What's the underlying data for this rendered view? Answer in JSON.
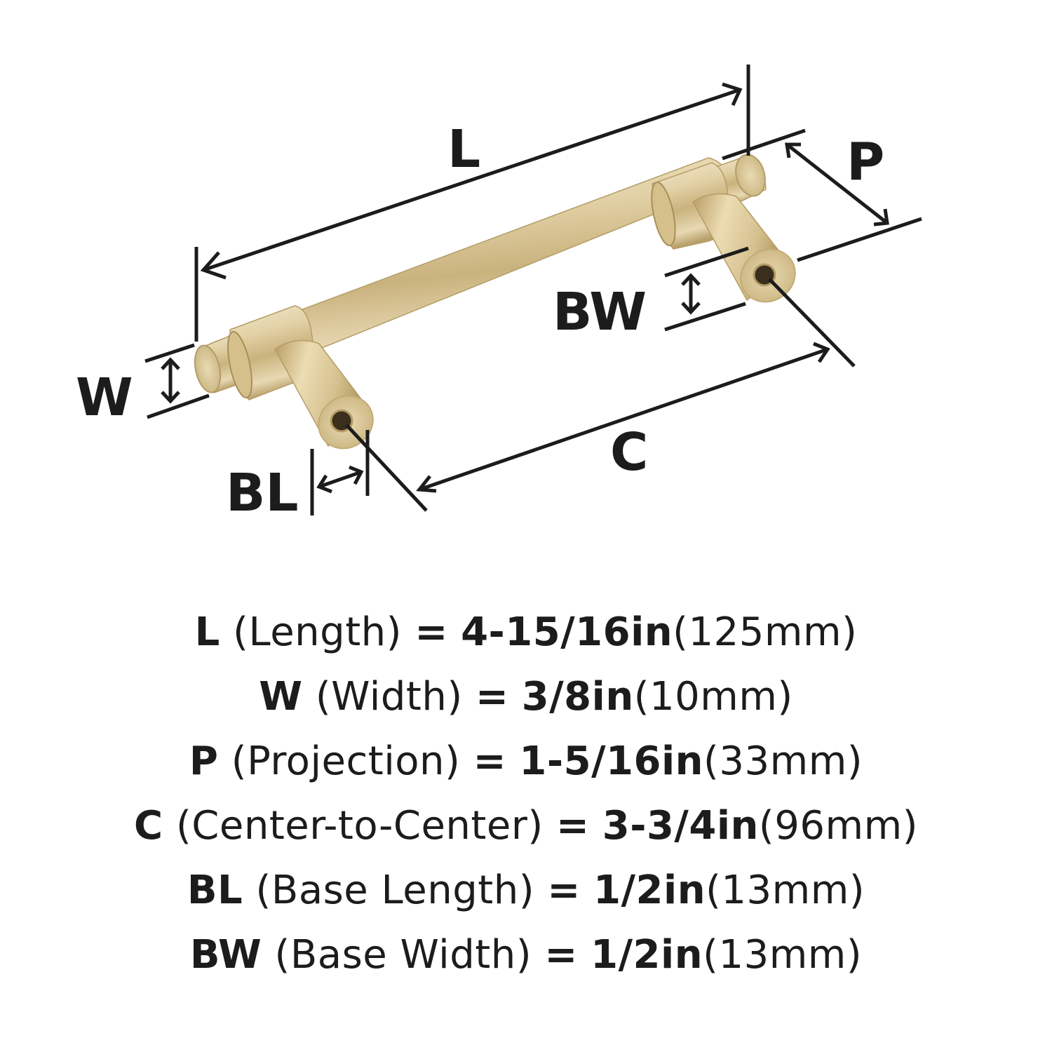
{
  "diagram": {
    "title": "Cabinet bar pull dimension diagram",
    "finish_colors": {
      "brass_light": "#efe3c4",
      "brass_mid": "#d9c595",
      "brass_dark": "#a88f5a",
      "bore_dark": "#3a2f1c",
      "line": "#1c1c1c"
    },
    "labels": {
      "length": "L",
      "projection": "P",
      "width": "W",
      "base_width": "BW",
      "base_length": "BL",
      "center_to_center": "C"
    }
  },
  "specs": [
    {
      "code": "L",
      "name": "(Length)",
      "eq": "=",
      "imperial": "4-15/16in",
      "metric": "(125mm)"
    },
    {
      "code": "W",
      "name": "(Width)",
      "eq": "=",
      "imperial": "3/8in",
      "metric": "(10mm)"
    },
    {
      "code": "P",
      "name": "(Projection)",
      "eq": "=",
      "imperial": "1-5/16in",
      "metric": "(33mm)"
    },
    {
      "code": "C",
      "name": "(Center-to-Center)",
      "eq": "=",
      "imperial": "3-3/4in",
      "metric": "(96mm)"
    },
    {
      "code": "BL",
      "name": "(Base Length)",
      "eq": "=",
      "imperial": "1/2in",
      "metric": "(13mm)"
    },
    {
      "code": "BW",
      "name": "(Base Width)",
      "eq": "=",
      "imperial": "1/2in",
      "metric": "(13mm)"
    }
  ]
}
